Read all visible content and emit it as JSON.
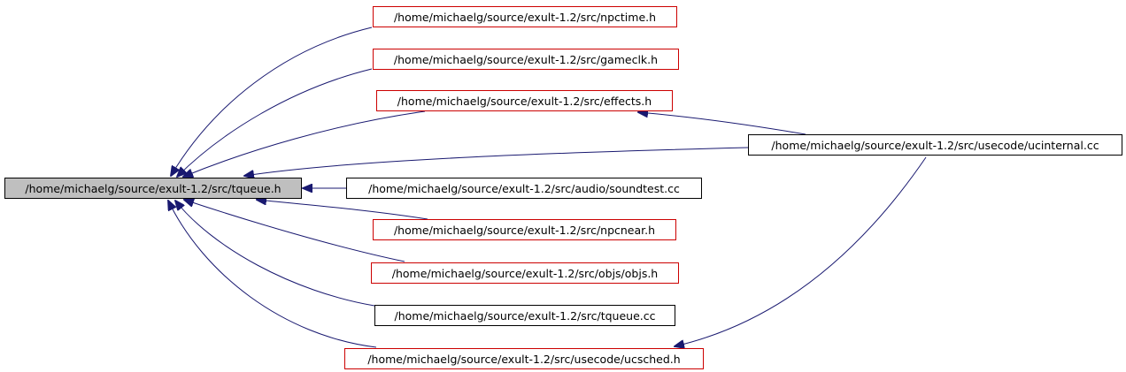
{
  "nodes": {
    "tqueue_h": "/home/michaelg/source/exult-1.2/src/tqueue.h",
    "npctime_h": "/home/michaelg/source/exult-1.2/src/npctime.h",
    "gameclk_h": "/home/michaelg/source/exult-1.2/src/gameclk.h",
    "effects_h": "/home/michaelg/source/exult-1.2/src/effects.h",
    "ucinternal_cc": "/home/michaelg/source/exult-1.2/src/usecode/ucinternal.cc",
    "soundtest_cc": "/home/michaelg/source/exult-1.2/src/audio/soundtest.cc",
    "npcnear_h": "/home/michaelg/source/exult-1.2/src/npcnear.h",
    "objs_h": "/home/michaelg/source/exult-1.2/src/objs/objs.h",
    "tqueue_cc": "/home/michaelg/source/exult-1.2/src/tqueue.cc",
    "ucsched_h": "/home/michaelg/source/exult-1.2/src/usecode/ucsched.h"
  },
  "colors": {
    "edge": "#191970",
    "node_border_black": "#000000",
    "node_border_red": "#cc0000",
    "focus_fill": "#bfbfbf"
  }
}
